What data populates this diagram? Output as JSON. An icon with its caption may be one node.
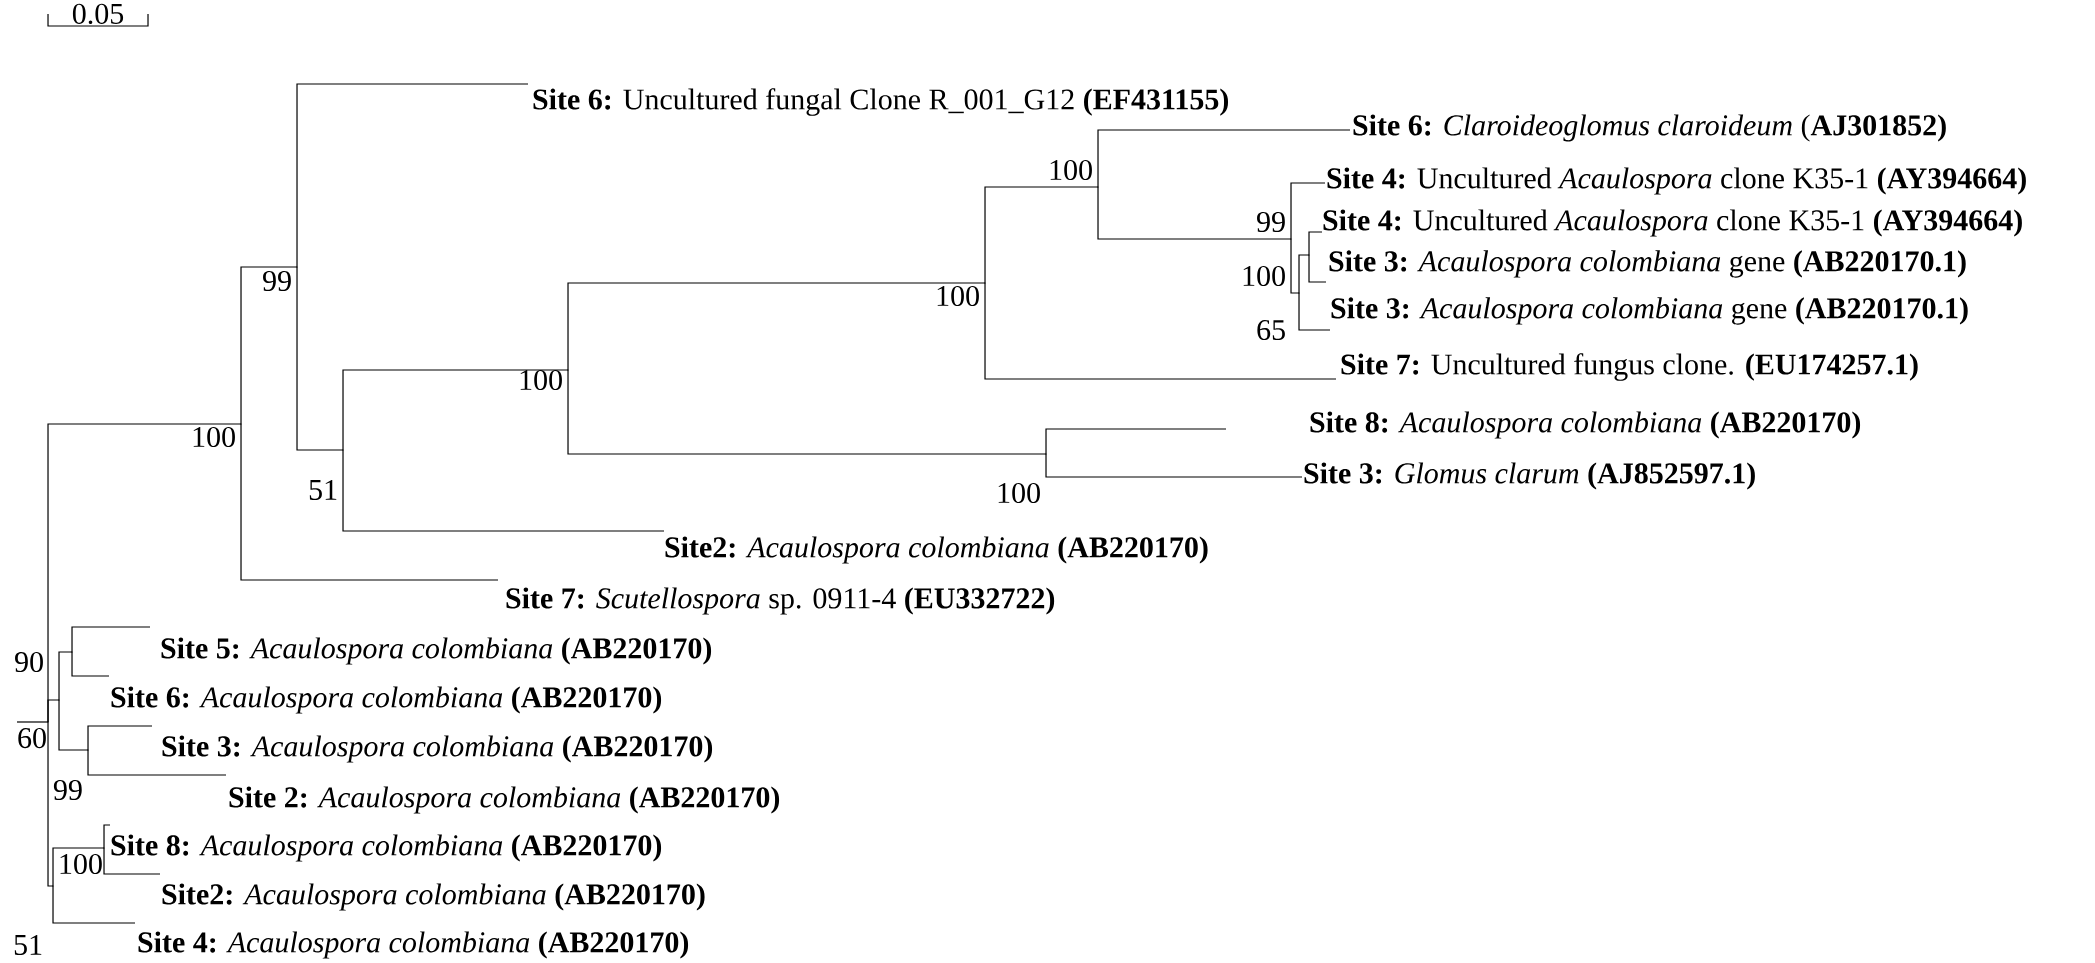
{
  "diagram": {
    "nodes": [
      {
        "text": [
          "**Site 6:** Uncultured fungal Clone R_001_G12 **(EF431155)**"
        ]
      },
      {
        "text": [
          "**Site 6:** *Claroideoglomus claroideum* (**AJ301852)**"
        ]
      },
      {
        "text": [
          "**Site 4:** Uncultured *Acaulospora* clone K35-1 **(AY394664)**"
        ]
      },
      {
        "text": [
          "**Site 4:** Uncultured *Acaulospora* clone K35-1 **(AY394664)**"
        ]
      },
      {
        "text": [
          "**Site 3:** *Acaulospora colombiana* gene **(AB220170.1)**"
        ]
      },
      {
        "text": [
          "**Site 3:** *Acaulospora colombiana* gene **(AB220170.1)**"
        ]
      },
      {
        "text": [
          "**Site 7:** Uncultured fungus clone. **(EU174257.1)**"
        ]
      },
      {
        "text": [
          "**Site 8:** *Acaulospora colombiana* **(AB220170)**"
        ]
      },
      {
        "text": [
          "**Site 3:** *Glomus clarum* **(AJ852597.1)**"
        ]
      },
      {
        "text": [
          "**Site2:** *Acaulospora colombiana* **(AB220170)**"
        ]
      },
      {
        "text": [
          "**Site 7:** *Scutellospora* sp. 0911-4 **(EU332722)**"
        ]
      },
      {
        "text": [
          "**Site 5:** *Acaulospora colombiana* **(AB220170)**"
        ]
      },
      {
        "text": [
          "**Site 6:** *Acaulospora colombiana* **(AB220170)**"
        ]
      },
      {
        "text": [
          "**Site 3:** *Acaulospora colombiana* **(AB220170)**"
        ]
      },
      {
        "text": [
          "**Site 2:** *Acaulospora colombiana* **(AB220170)**"
        ]
      },
      {
        "text": [
          "**Site 8:** *Acaulospora colombiana* **(AB220170)**"
        ]
      },
      {
        "text": [
          "**Site2:** *Acaulospora colombiana* **(AB220170)**"
        ]
      },
      {
        "text": [
          "**Site 4:** *Acaulospora colombiana* **(AB220170)**"
        ]
      },
      {
        "text": [],
        "shape": "point",
        "beside": [
          "60"
        ]
      },
      {
        "text": [],
        "shape": "point",
        "beside": [
          "100"
        ]
      },
      {
        "text": [],
        "shape": "point",
        "beside": [
          "99"
        ]
      },
      {
        "text": [],
        "shape": "point",
        "beside": [
          "51"
        ]
      },
      {
        "text": [],
        "shape": "point",
        "beside": [
          "100"
        ]
      },
      {
        "text": [],
        "shape": "point",
        "beside": [
          "100"
        ]
      },
      {
        "text": [],
        "shape": "point",
        "beside": [
          "100"
        ]
      },
      {
        "text": [],
        "shape": "point",
        "beside": [
          "99"
        ]
      },
      {
        "text": [],
        "shape": "point",
        "beside": [
          "65"
        ]
      },
      {
        "text": [],
        "shape": "point",
        "beside": [
          "100"
        ]
      },
      {
        "text": [],
        "shape": "point",
        "beside": [
          "100"
        ]
      },
      {
        "text": [],
        "shape": "point",
        "beside": [
          "90"
        ]
      },
      {
        "text": [],
        "shape": "point"
      },
      {
        "text": [],
        "shape": "point",
        "beside": [
          "99"
        ]
      },
      {
        "text": [],
        "shape": "point",
        "beside": [
          "51"
        ]
      },
      {
        "text": [],
        "shape": "point",
        "beside": [
          "100"
        ]
      }
    ],
    "edges": [
      {
        "from": null,
        "to": 18,
        "arrow": "none"
      },
      {
        "from": 18,
        "to": 19,
        "arrow": "none"
      },
      {
        "from": 18,
        "to": 29,
        "arrow": "none"
      },
      {
        "from": 18,
        "to": 32,
        "arrow": "none"
      },
      {
        "from": 19,
        "to": 20,
        "arrow": "none"
      },
      {
        "from": 19,
        "to": 10,
        "arrow": "none"
      },
      {
        "from": 20,
        "to": 0,
        "arrow": "none"
      },
      {
        "from": 20,
        "to": 21,
        "arrow": "none"
      },
      {
        "from": 21,
        "to": 22,
        "arrow": "none"
      },
      {
        "from": 21,
        "to": 9,
        "arrow": "none"
      },
      {
        "from": 22,
        "to": 23,
        "arrow": "none"
      },
      {
        "from": 22,
        "to": 28,
        "arrow": "none"
      },
      {
        "from": 23,
        "to": 24,
        "arrow": "none"
      },
      {
        "from": 23,
        "to": 6,
        "arrow": "none"
      },
      {
        "from": 24,
        "to": 1,
        "arrow": "none"
      },
      {
        "from": 24,
        "to": 25,
        "arrow": "none"
      },
      {
        "from": 25,
        "to": 2,
        "arrow": "none"
      },
      {
        "from": 25,
        "to": 26,
        "arrow": "none"
      },
      {
        "from": 26,
        "to": 27,
        "arrow": "none"
      },
      {
        "from": 26,
        "to": 5,
        "arrow": "none"
      },
      {
        "from": 27,
        "to": 3,
        "arrow": "none"
      },
      {
        "from": 27,
        "to": 4,
        "arrow": "none"
      },
      {
        "from": 28,
        "to": 7,
        "arrow": "none"
      },
      {
        "from": 28,
        "to": 8,
        "arrow": "none"
      },
      {
        "from": 29,
        "to": 30,
        "arrow": "none"
      },
      {
        "from": 29,
        "to": 31,
        "arrow": "none"
      },
      {
        "from": 30,
        "to": 11,
        "arrow": "none"
      },
      {
        "from": 30,
        "to": 12,
        "arrow": "none"
      },
      {
        "from": 31,
        "to": 13,
        "arrow": "none"
      },
      {
        "from": 31,
        "to": 14,
        "arrow": "none"
      },
      {
        "from": 32,
        "to": 33,
        "arrow": "none"
      },
      {
        "from": 32,
        "to": 17,
        "arrow": "none"
      },
      {
        "from": 33,
        "to": 15,
        "arrow": "none"
      },
      {
        "from": 33,
        "to": 16,
        "arrow": "none"
      }
    ],
    "labels": [
      "0.05"
    ]
  }
}
